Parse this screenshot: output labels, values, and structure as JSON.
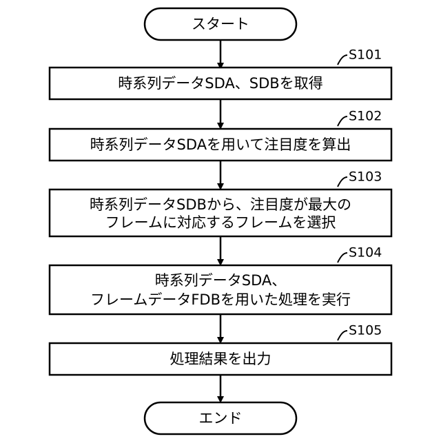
{
  "flowchart": {
    "start": "スタート",
    "end": "エンド",
    "steps": [
      {
        "id": "S101",
        "lines": [
          "時系列データSDA、SDBを取得"
        ]
      },
      {
        "id": "S102",
        "lines": [
          "時系列データSDAを用いて注目度を算出"
        ]
      },
      {
        "id": "S103",
        "lines": [
          "時系列データSDBから、注目度が最大の",
          "フレームに対応するフレームを選択"
        ]
      },
      {
        "id": "S104",
        "lines": [
          "時系列データSDA、",
          "フレームデータFDBを用いた処理を実行"
        ]
      },
      {
        "id": "S105",
        "lines": [
          "処理結果を出力"
        ]
      }
    ]
  },
  "colors": {
    "stroke": "#000000",
    "fill": "#ffffff",
    "text": "#000000"
  }
}
